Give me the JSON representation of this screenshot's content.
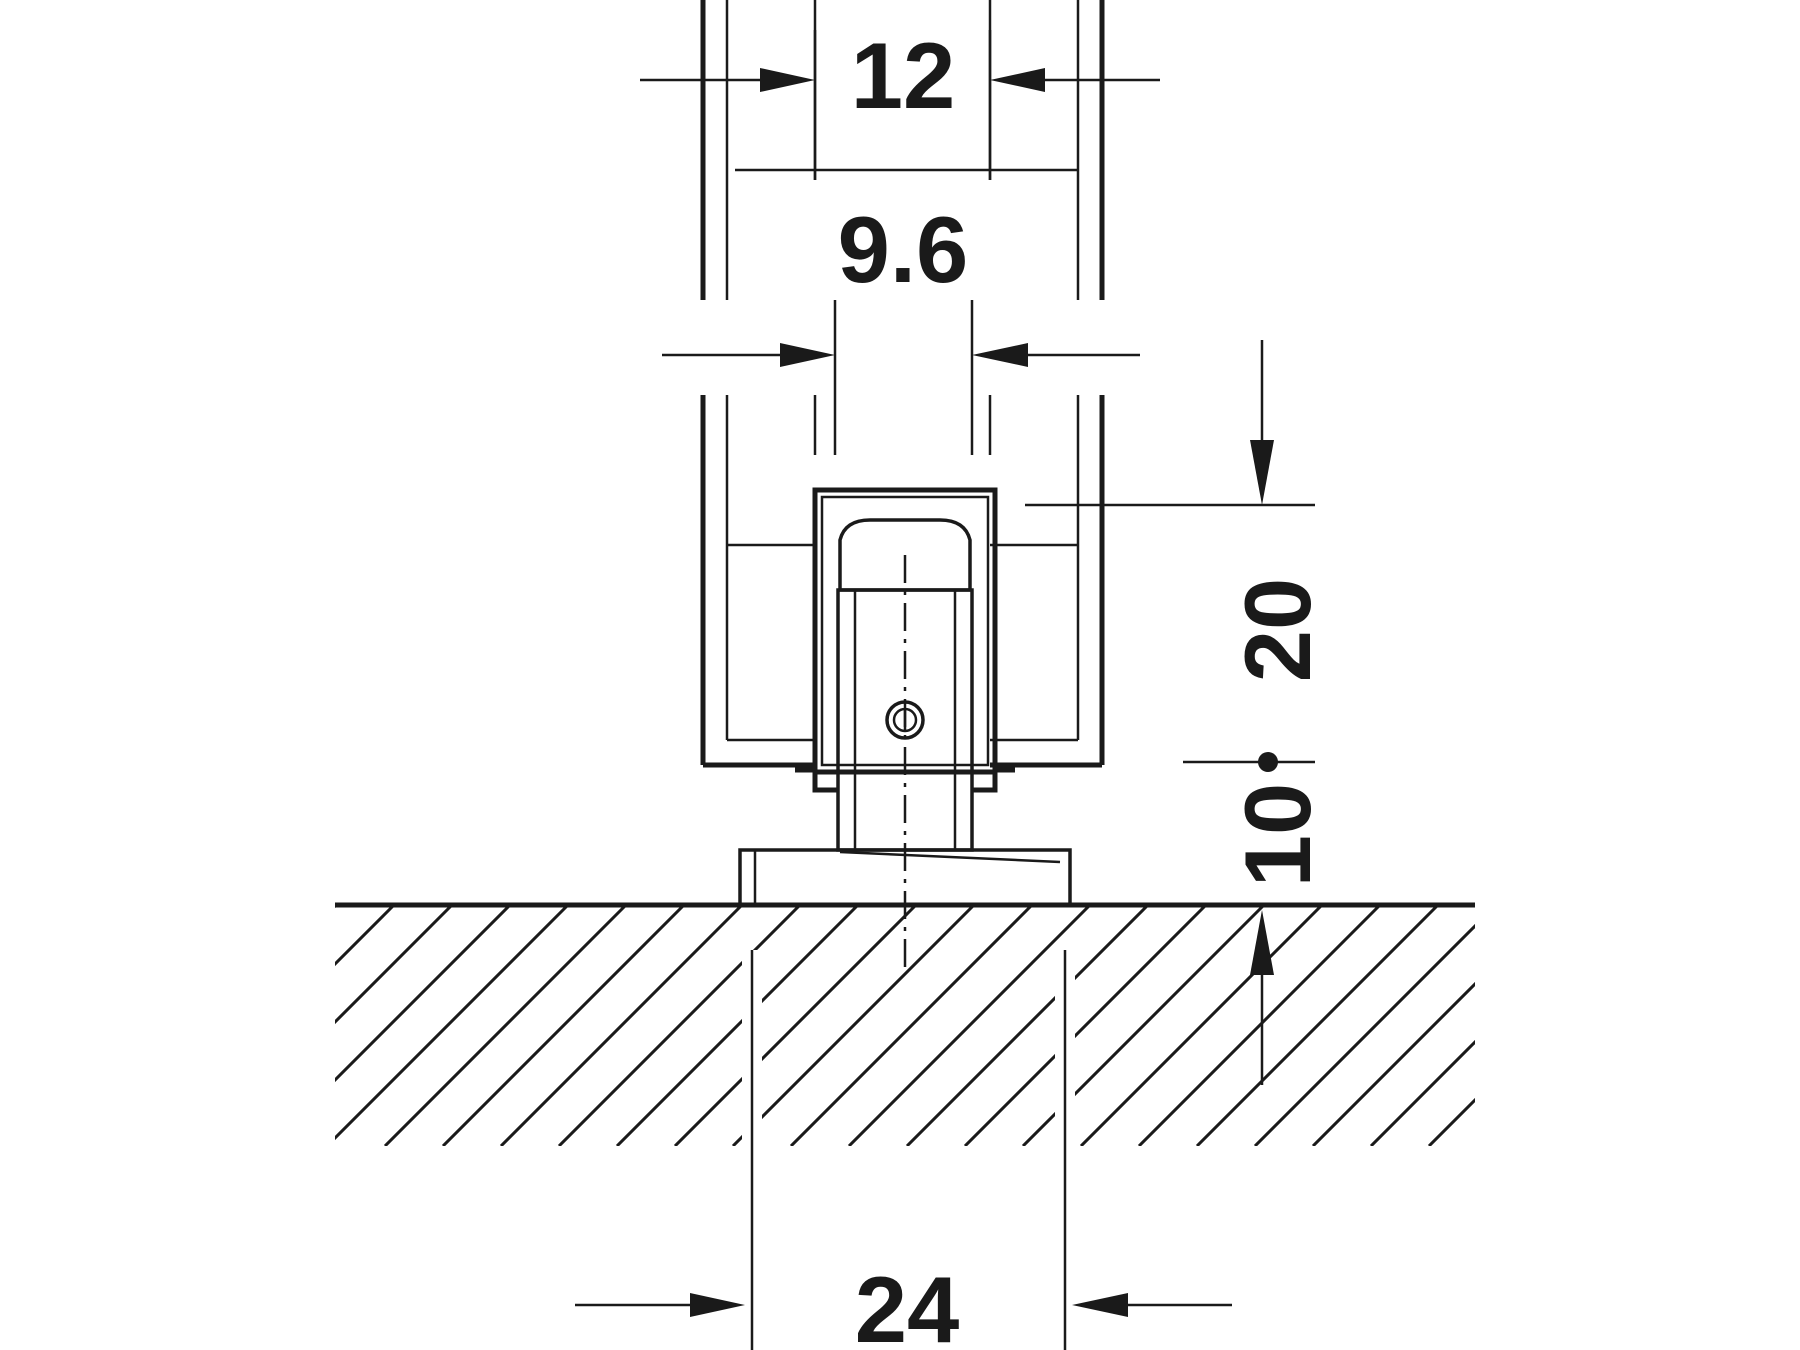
{
  "drawing": {
    "colors": {
      "line": "#1a1a1a",
      "background": "#ffffff"
    },
    "dimensions": {
      "top_outer_width": "12",
      "inner_channel_width": "9.6",
      "height_range_max": "20",
      "height_range_min": "10",
      "base_width": "24"
    }
  }
}
